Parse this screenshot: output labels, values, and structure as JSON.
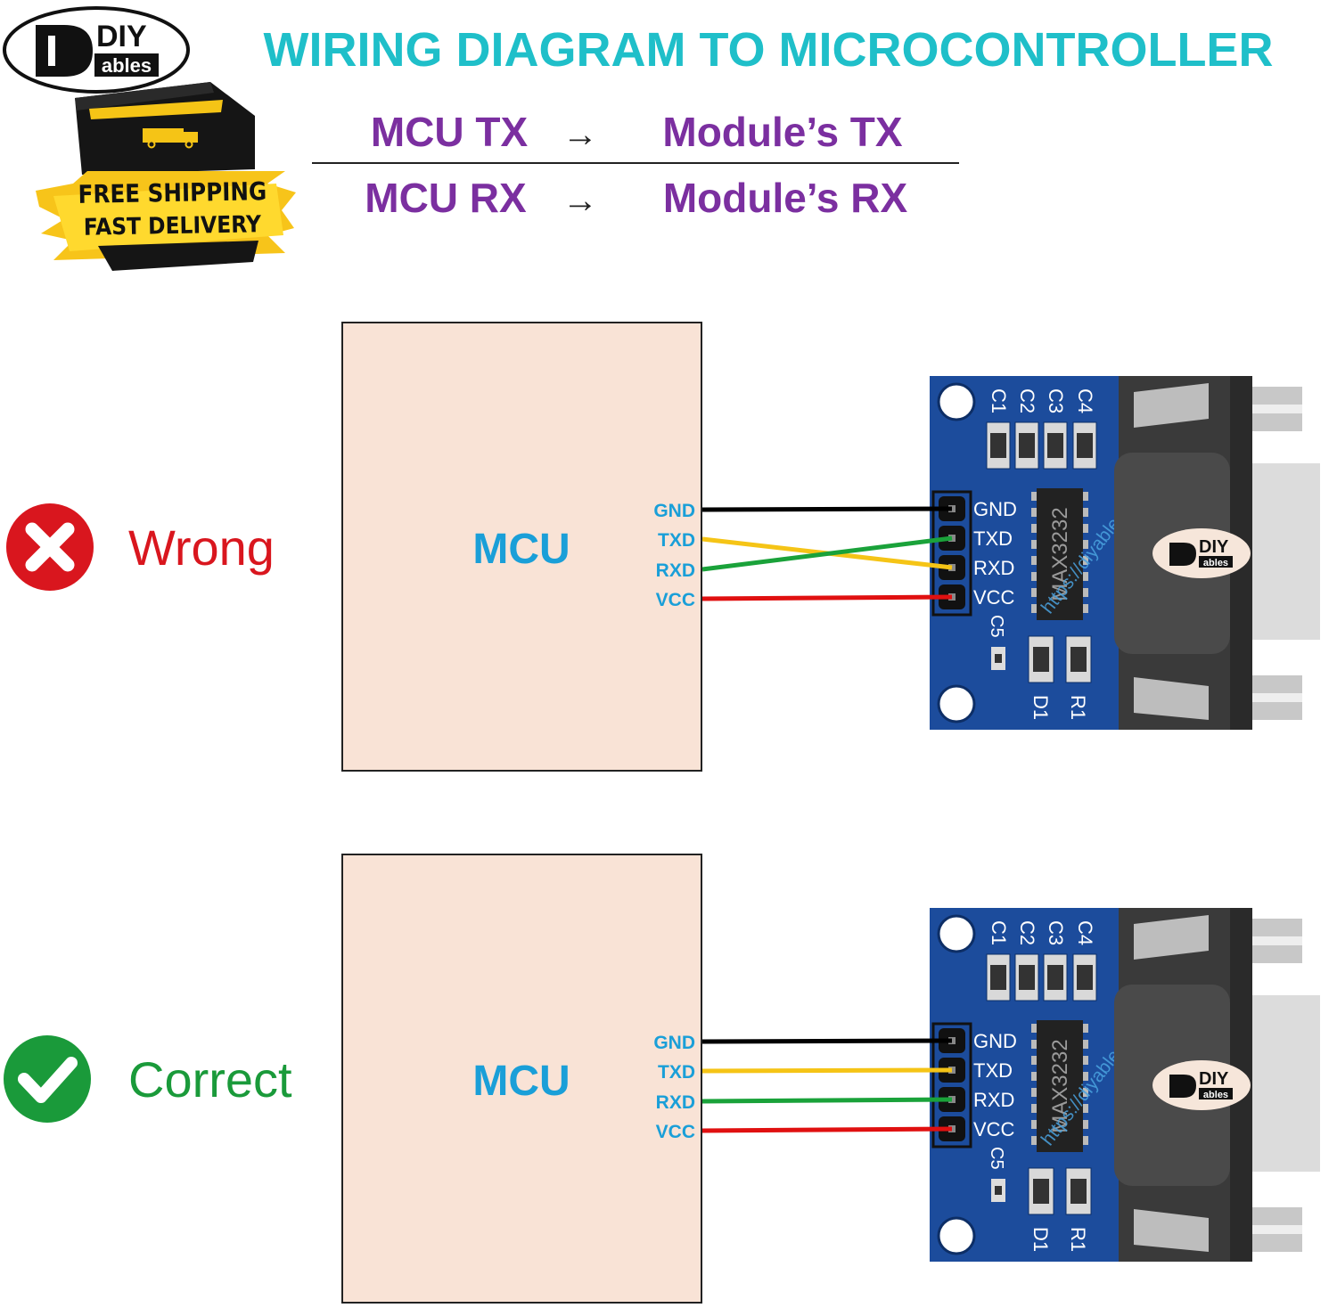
{
  "brand": {
    "logo_top": "DIY",
    "logo_bottom": "ables",
    "badge_line1": "FREE SHIPPING",
    "badge_line2": "FAST DELIVERY"
  },
  "title": "WIRING DIAGRAM TO MICROCONTROLLER",
  "rules": [
    {
      "left": "MCU TX",
      "arrow": "→",
      "right": "Module’s TX"
    },
    {
      "left": "MCU RX",
      "arrow": "→",
      "right": "Module’s RX"
    }
  ],
  "colors": {
    "title": "#1fbfc9",
    "rule_text": "#7b2fa0",
    "mcu_fill": "#f9e3d6",
    "mcu_text": "#1a9fd8",
    "wrong": "#d9161e",
    "correct": "#1a9a3a",
    "board": "#1c4c9c",
    "wire_gnd": "#000000",
    "wire_txd": "#f5c416",
    "wire_rxd": "#1aa23a",
    "wire_vcc": "#e01010"
  },
  "panels": {
    "wrong": {
      "status": "Wrong",
      "mcu_label": "MCU",
      "pins": [
        "GND",
        "TXD",
        "RXD",
        "VCC"
      ],
      "module": {
        "header_pins": [
          "GND",
          "TXD",
          "RXD",
          "VCC"
        ],
        "caps": [
          "C1",
          "C2",
          "C3",
          "C4"
        ],
        "c5": "C5",
        "d1": "D1",
        "r1": "R1",
        "chip": "MAX3232",
        "url": "https://diyables.io",
        "logo_top": "DIY",
        "logo_bottom": "ables"
      }
    },
    "correct": {
      "status": "Correct",
      "mcu_label": "MCU",
      "pins": [
        "GND",
        "TXD",
        "RXD",
        "VCC"
      ],
      "module": {
        "header_pins": [
          "GND",
          "TXD",
          "RXD",
          "VCC"
        ],
        "caps": [
          "C1",
          "C2",
          "C3",
          "C4"
        ],
        "c5": "C5",
        "d1": "D1",
        "r1": "R1",
        "chip": "MAX3232",
        "url": "https://diyables.io",
        "logo_top": "DIY",
        "logo_bottom": "ables"
      }
    }
  }
}
